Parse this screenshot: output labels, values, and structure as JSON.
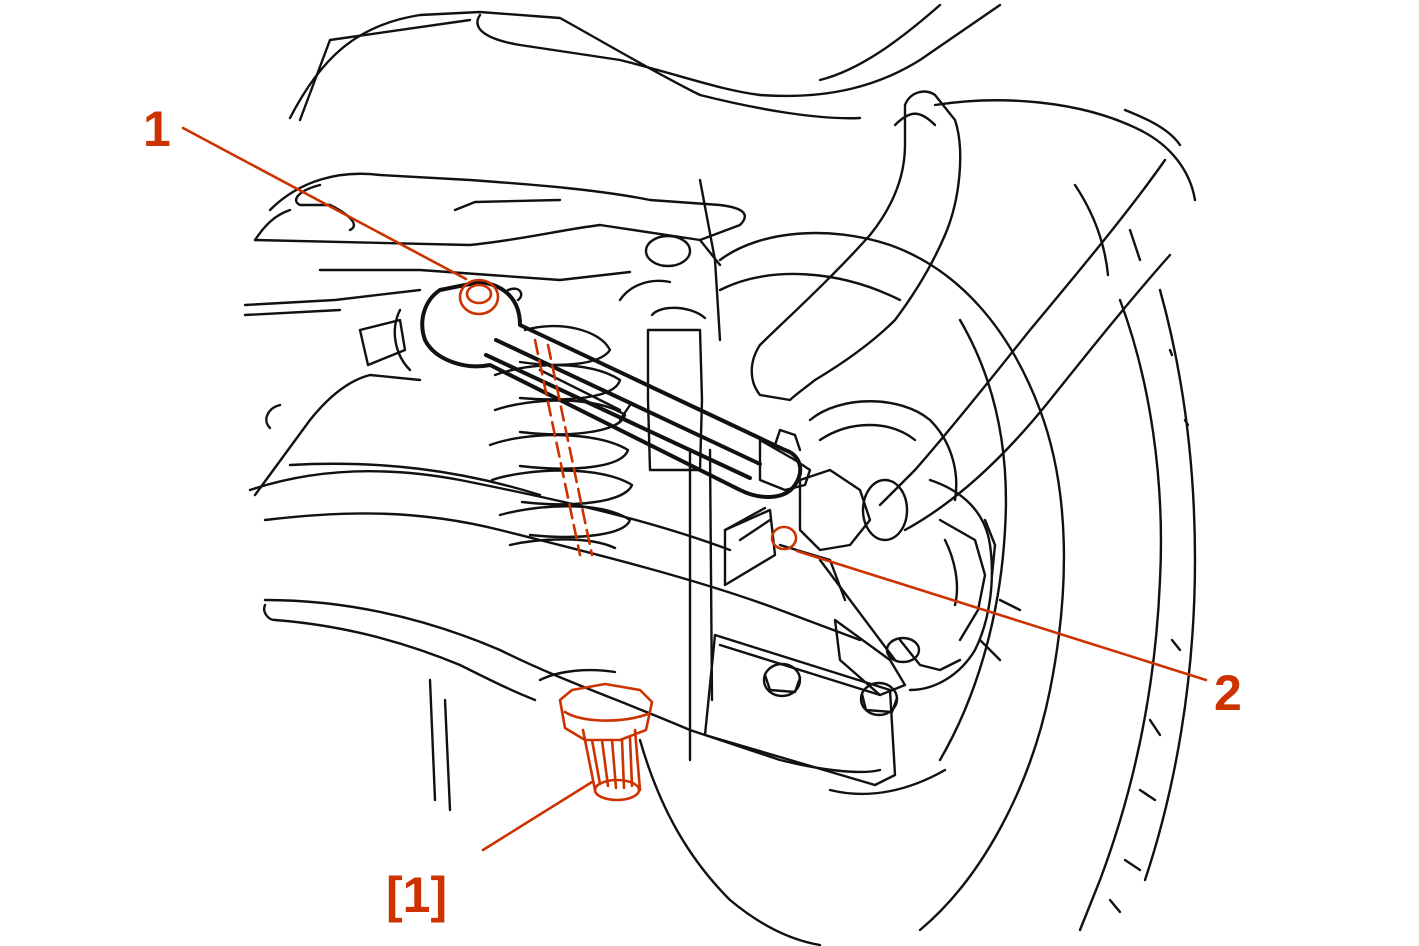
{
  "accent_color": "#cc3300",
  "callouts": {
    "one": "1",
    "two": "2",
    "tool": "[1]"
  }
}
